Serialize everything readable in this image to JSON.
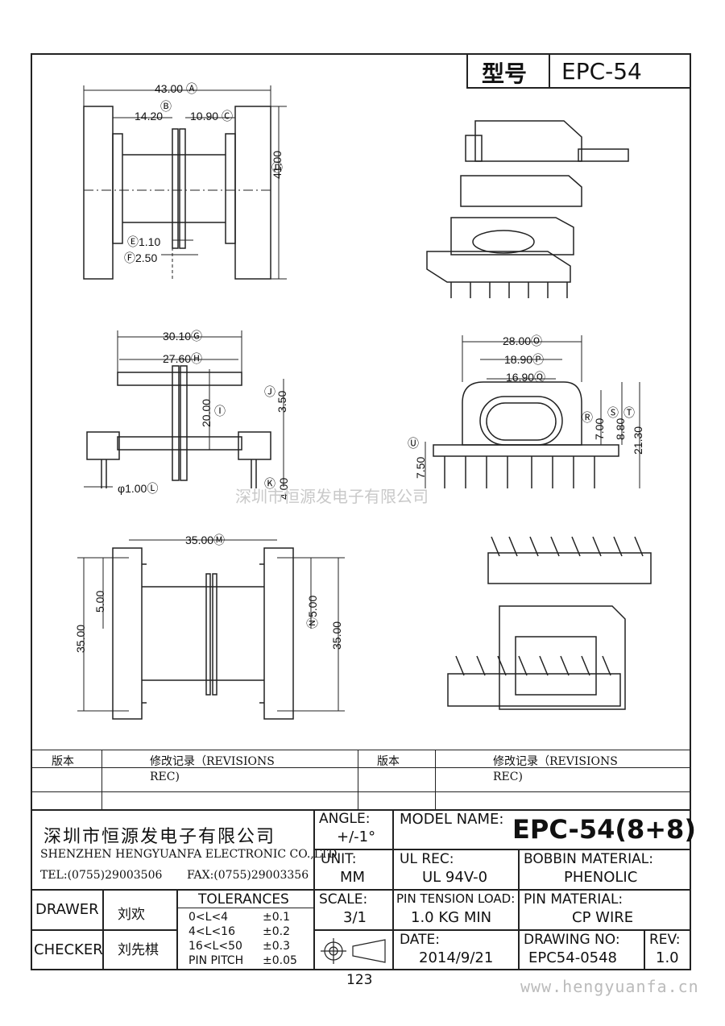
{
  "header": {
    "type_label": "型号",
    "type_value": "EPC-54"
  },
  "dimensions": {
    "A": "43.00",
    "B": "14.20",
    "C": "10.90",
    "D": "41.00",
    "E": "1.10",
    "F": "2.50",
    "G": "30.10",
    "H": "27.60",
    "I": "20.00",
    "J": "3.50",
    "K": "4.00",
    "L": "φ1.00",
    "M": "35.00",
    "N": "5.00",
    "pitch_left": "5.00",
    "height_left": "35.00",
    "height_right": "35.00",
    "O": "28.00",
    "P": "18.90",
    "Q": "16.90",
    "R": "7.00",
    "S": "8.80",
    "T": "21.30",
    "U": "7.50",
    "letters": {
      "A": "Ⓐ",
      "B": "Ⓑ",
      "C": "Ⓒ",
      "D": "Ⓓ",
      "E": "Ⓔ",
      "F": "Ⓕ",
      "G": "Ⓖ",
      "H": "Ⓗ",
      "I": "Ⓘ",
      "J": "Ⓙ",
      "K": "Ⓚ",
      "L": "Ⓛ",
      "M": "Ⓜ",
      "N": "Ⓝ",
      "O": "Ⓞ",
      "P": "Ⓟ",
      "Q": "Ⓠ",
      "R": "Ⓡ",
      "S": "Ⓢ",
      "T": "Ⓣ",
      "U": "Ⓤ"
    }
  },
  "watermark": "深圳市恒源发电子有限公司",
  "revisions": {
    "col1": "版本",
    "col2": "修改记录（REVISIONS",
    "col2_cont": "REC)",
    "col3": "版本",
    "col4": "修改记录（REVISIONS",
    "col4_cont": "REC)"
  },
  "company": {
    "name_cn": "深圳市恒源发电子有限公司",
    "name_en": "SHENZHEN HENGYUANFA ELECTRONIC CO.,LTD",
    "tel": "TEL:(0755)29003506",
    "fax": "FAX:(0755)29003356"
  },
  "title_block": {
    "angle_label": "ANGLE:",
    "angle_value": "+/-1°",
    "model_label": "MODEL NAME:",
    "model_value": "EPC-54(8+8)",
    "unit_label": "UNIT:",
    "unit_value": "MM",
    "ul_label": "UL REC:",
    "ul_value": "UL 94V-0",
    "bobbin_label": "BOBBIN MATERIAL:",
    "bobbin_value": "PHENOLIC",
    "scale_label": "SCALE:",
    "scale_value": "3/1",
    "pin_tension_label": "PIN TENSION LOAD:",
    "pin_tension_value": "1.0 KG MIN",
    "pin_material_label": "PIN MATERIAL:",
    "pin_material_value": "CP WIRE",
    "date_label": "DATE:",
    "date_value": "2014/9/21",
    "drawing_no_label": "DRAWING NO:",
    "drawing_no_value": "EPC54-0548",
    "rev_label": "REV:",
    "rev_value": "1.0",
    "drawer_label": "DRAWER",
    "drawer_value": "刘欢",
    "checker_label": "CHECKER",
    "checker_value": "刘先棋",
    "tolerances_label": "TOLERANCES",
    "tolerances": [
      {
        "range": "0<L<4",
        "tol": "±0.1"
      },
      {
        "range": "4<L<16",
        "tol": "±0.2"
      },
      {
        "range": "16<L<50",
        "tol": "±0.3"
      },
      {
        "range": "PIN PITCH",
        "tol": "±0.05"
      }
    ]
  },
  "page_number": "123",
  "website": "www.hengyuanfa.cn"
}
